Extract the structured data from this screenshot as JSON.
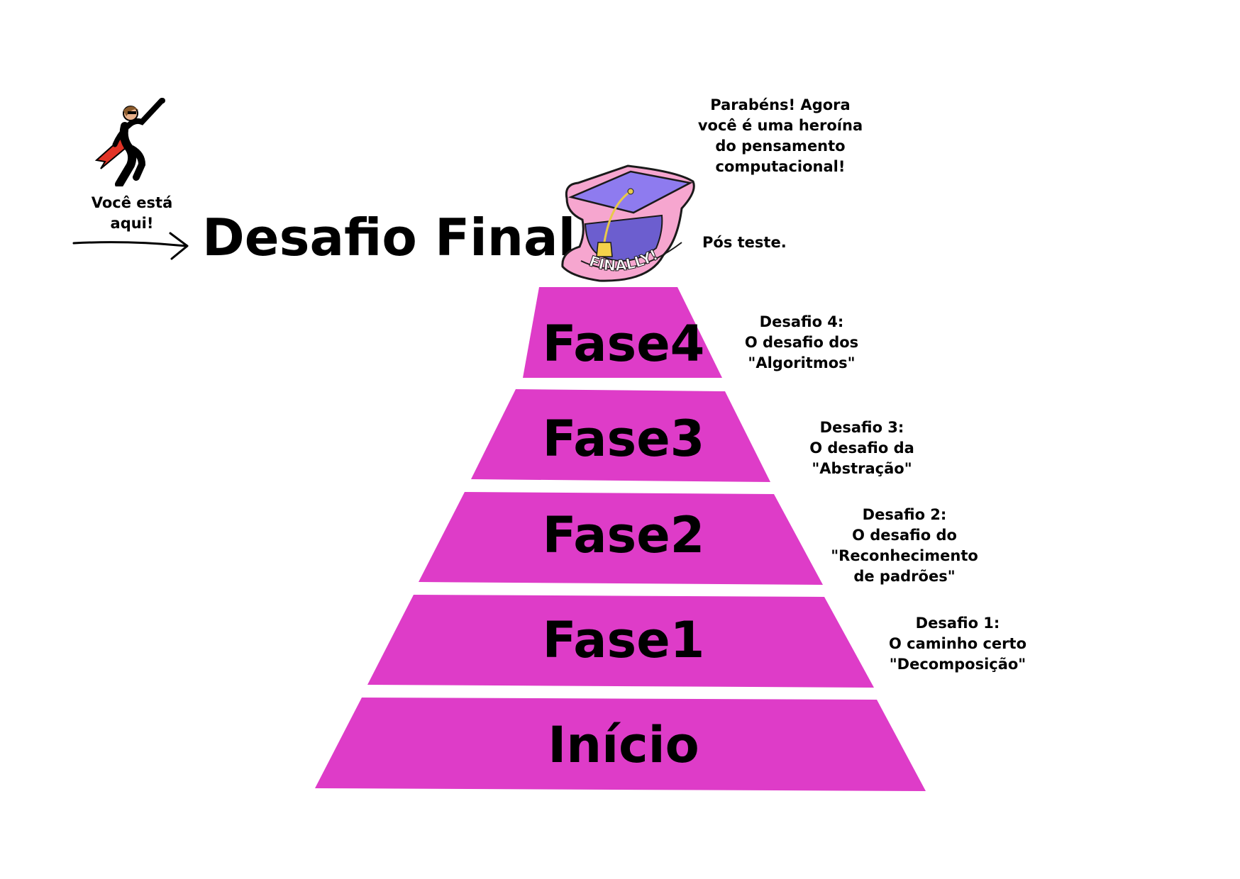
{
  "hero": {
    "icon": "superhero-flying-icon",
    "you_are_here": [
      "Você está",
      "aqui!"
    ]
  },
  "title": "Desafio Final",
  "badge": {
    "icon": "graduation-cap-icon",
    "text": "FINALLY!"
  },
  "notes": {
    "final": [
      "Parabéns! Agora",
      "você é uma heroína",
      "do pensamento",
      "computacional!"
    ],
    "post_test": "Pós teste.",
    "fase4": [
      "Desafio 4:",
      "O desafio dos",
      "\"Algoritmos\""
    ],
    "fase3": [
      "Desafio 3:",
      "O desafio da",
      "\"Abstração\""
    ],
    "fase2": [
      "Desafio 2:",
      "O desafio do",
      "\"Reconhecimento",
      "de padrões\""
    ],
    "fase1": [
      "Desafio 1:",
      "O caminho certo",
      "\"Decomposição\""
    ]
  },
  "pyramid": {
    "color": "#de3cc8",
    "levels": [
      "Fase4",
      "Fase3",
      "Fase2",
      "Fase1",
      "Início"
    ]
  }
}
